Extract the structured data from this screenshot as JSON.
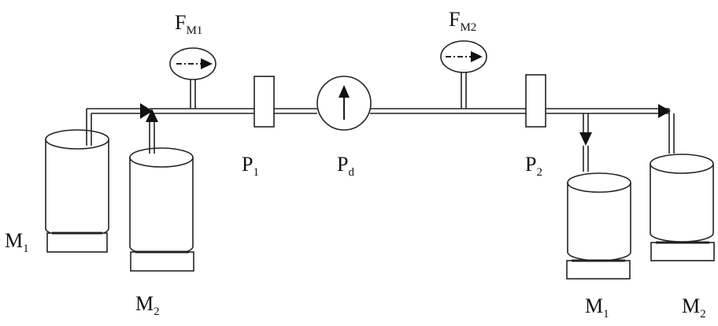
{
  "labels": {
    "fm1_main": "F",
    "fm1_sub": "M1",
    "fm2_main": "F",
    "fm2_sub": "M2",
    "p1_main": "P",
    "p1_sub": "1",
    "pd_main": "P",
    "pd_sub": "d",
    "p2_main": "P",
    "p2_sub": "2",
    "m1_left_main": "M",
    "m1_left_sub": "1",
    "m2_left_main": "M",
    "m2_left_sub": "2",
    "m1_right_main": "M",
    "m1_right_sub": "1",
    "m2_right_main": "M",
    "m2_right_sub": "2"
  }
}
